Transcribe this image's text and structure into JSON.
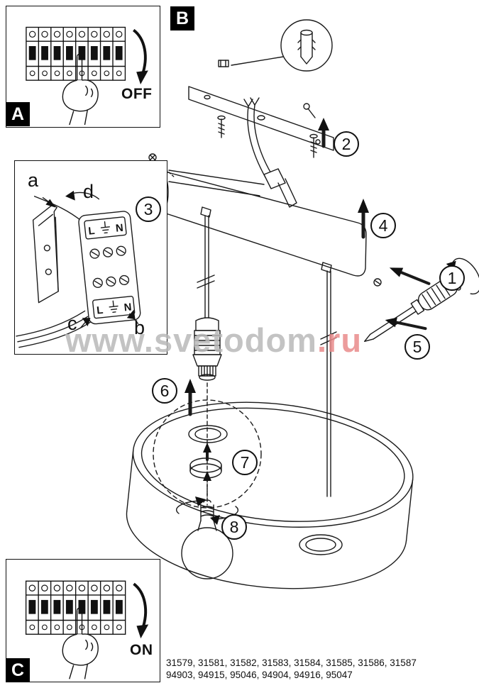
{
  "panel_a": {
    "badge": "A",
    "state": "OFF"
  },
  "panel_b": {
    "badge": "B"
  },
  "panel_c": {
    "badge": "C",
    "state": "ON"
  },
  "steps": [
    "1",
    "2",
    "3",
    "4",
    "5",
    "6",
    "7",
    "8"
  ],
  "wiring": {
    "a": "a",
    "b": "b",
    "c": "c",
    "d": "d",
    "live": "L",
    "neutral": "N"
  },
  "watermark": {
    "main": "www.svetodom",
    "tld": ".ru"
  },
  "footer": {
    "line1": "31579, 31581, 31582, 31583, 31584, 31585, 31586, 31587",
    "line2": "94903, 94915, 95046, 94904, 94916, 95047"
  },
  "colors": {
    "ink": "#111111",
    "badge_bg": "#000000",
    "badge_fg": "#ffffff",
    "watermark_gray": "#b9b9b9",
    "watermark_red": "#e98b8b"
  }
}
